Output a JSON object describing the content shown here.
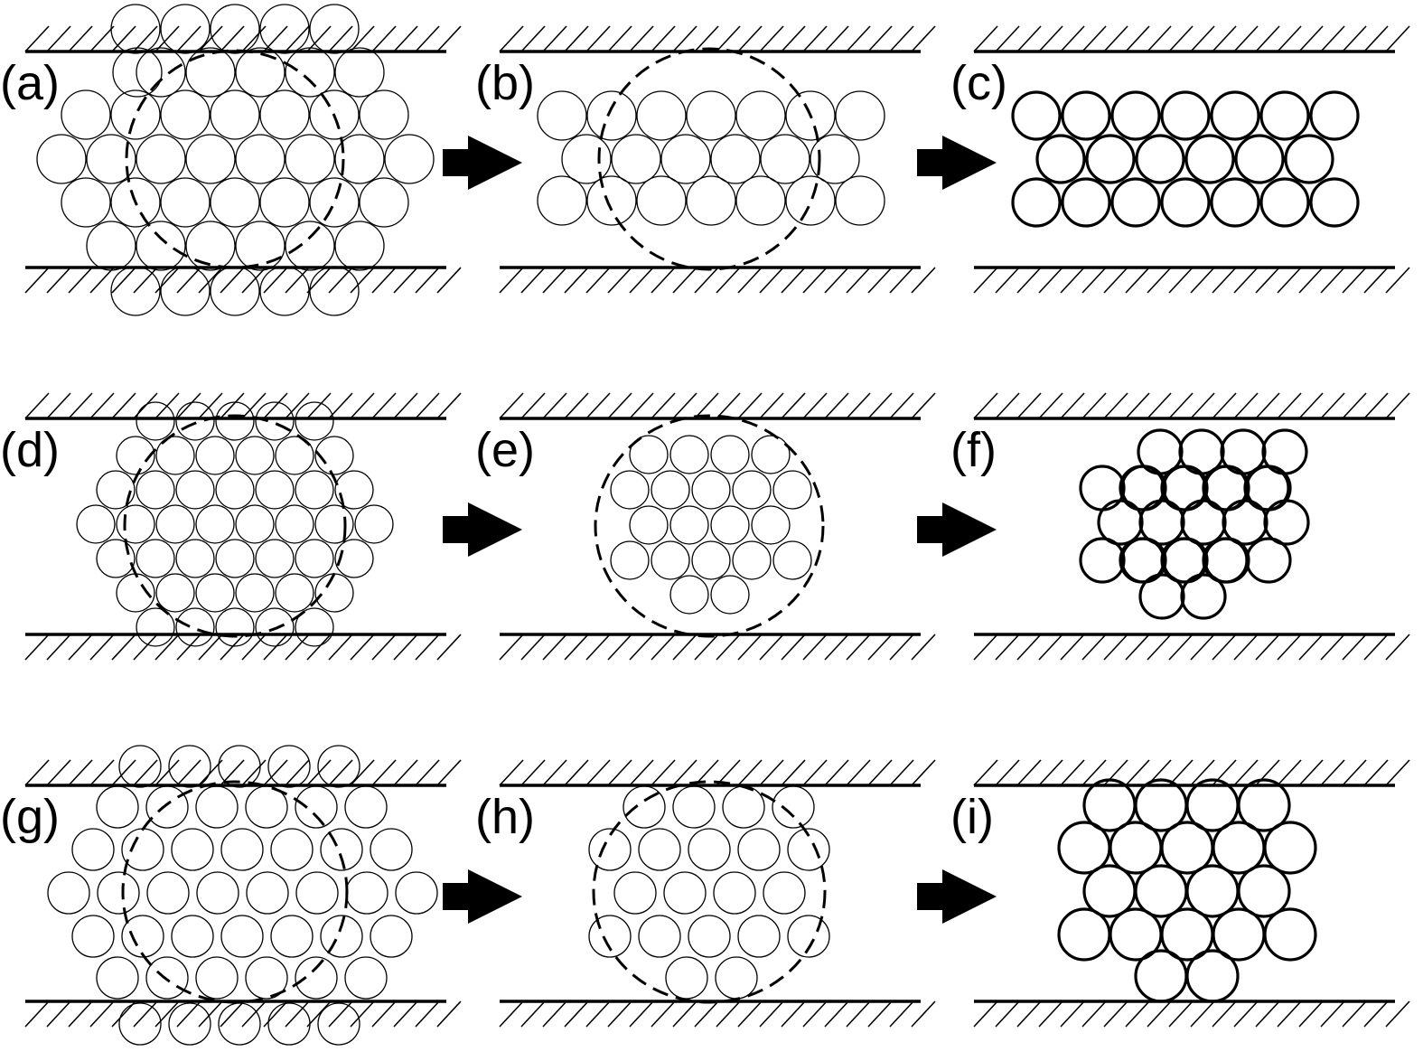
{
  "panels": [
    {
      "id": "a",
      "label": "(a)"
    },
    {
      "id": "b",
      "label": "(b)"
    },
    {
      "id": "c",
      "label": "(c)"
    },
    {
      "id": "d",
      "label": "(d)"
    },
    {
      "id": "e",
      "label": "(e)"
    },
    {
      "id": "f",
      "label": "(f)"
    },
    {
      "id": "g",
      "label": "(g)"
    },
    {
      "id": "h",
      "label": "(h)"
    },
    {
      "id": "i",
      "label": "(i)"
    }
  ],
  "colors": {
    "ink": "#000000",
    "background": "#ffffff"
  },
  "icons": {
    "transition": "right-arrow-icon",
    "wall": "hatched-wall"
  }
}
